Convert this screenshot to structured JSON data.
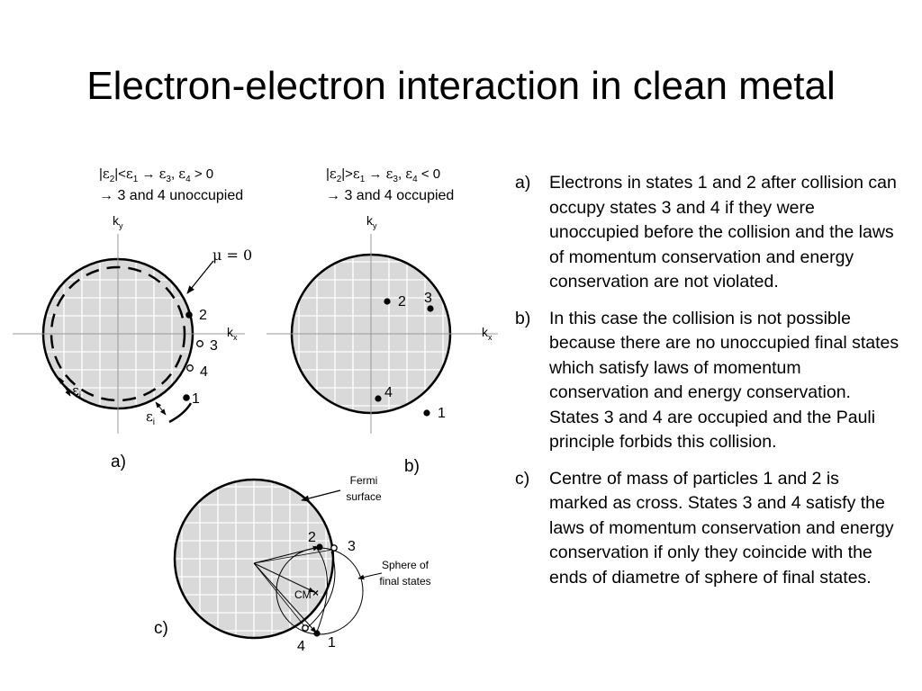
{
  "title": "Electron-electron interaction in clean metal",
  "panel_a": {
    "cond": {
      "e2": "2",
      "op": "<",
      "e1": "1",
      "arrow": "→",
      "e3": "3",
      "sep": ",",
      "e4": "4",
      "rel": "> 0"
    },
    "result": "→ 3 and 4 unoccupied",
    "axis_x": "k",
    "axis_x_sub": "x",
    "axis_y": "k",
    "axis_y_sub": "y",
    "mu": "μ = 0",
    "eps": "ε",
    "eps_sub": "i",
    "points": [
      "2",
      "3",
      "4",
      "1"
    ],
    "label": "a)"
  },
  "panel_b": {
    "cond": {
      "e2": "2",
      "op": ">",
      "e1": "1",
      "arrow": "→",
      "e3": "3",
      "sep": ",",
      "e4": "4",
      "rel": "< 0"
    },
    "result": "→ 3 and 4 occupied",
    "axis_x": "k",
    "axis_x_sub": "x",
    "axis_y": "k",
    "axis_y_sub": "y",
    "points": [
      "2",
      "3",
      "4",
      "1"
    ],
    "label": "b)"
  },
  "panel_c": {
    "fermi_1": "Fermi",
    "fermi_2": "surface",
    "sphere_1": "Sphere of",
    "sphere_2": "final states",
    "cm": "CM",
    "points": [
      "2",
      "3",
      "4",
      "1"
    ],
    "label": "c)"
  },
  "explanations": [
    {
      "marker": "a)",
      "text": "Electrons in states 1 and 2 after collision can occupy states 3 and 4 if they were unoccupied before the collision and the laws of momentum conservation and energy conservation are not violated."
    },
    {
      "marker": "b)",
      "text": "In this case the collision is not possible because there are no unoccupied final states which satisfy laws of momentum conservation and energy conservation. States 3 and 4 are occupied and the Pauli principle forbids this collision."
    },
    {
      "marker": "c)",
      "text": "Centre of mass of particles 1 and 2 is marked as cross. States 3 and 4 satisfy the laws of momentum conservation and energy conservation if only they coincide with the ends of diametre of sphere of final states."
    }
  ]
}
